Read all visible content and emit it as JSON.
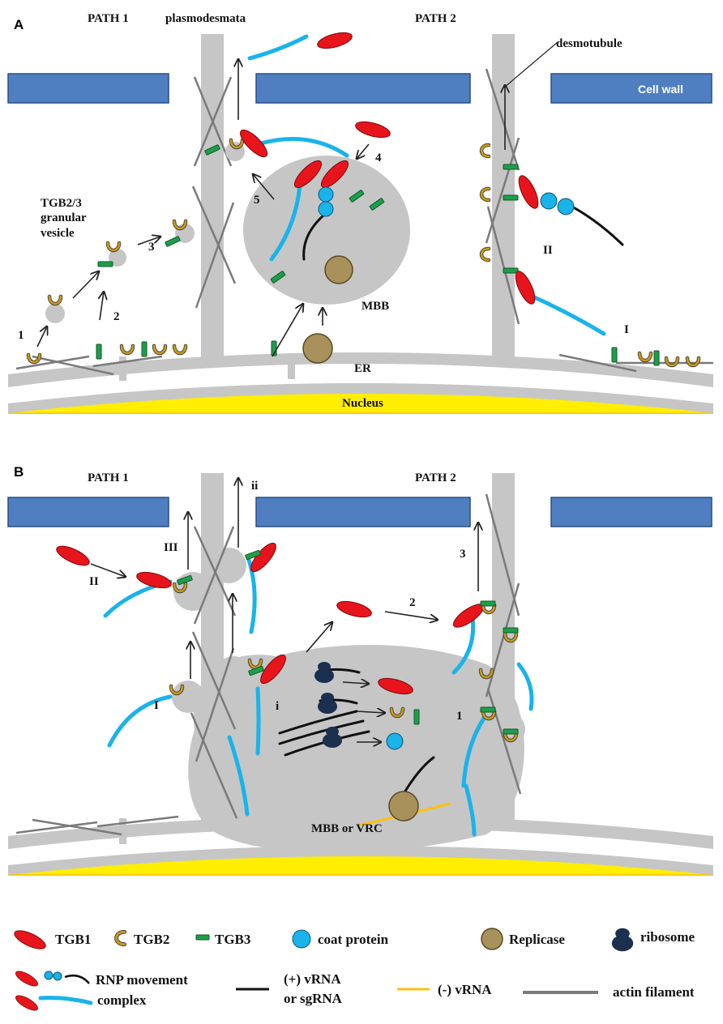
{
  "colors": {
    "tgb1": "#e8141c",
    "tgb2": "#c99a1a",
    "tgb3": "#1e9e4a",
    "coat_protein": "#1ab3ea",
    "replicase": "#a8915a",
    "ribosome": "#1b2f4f",
    "cell_wall": "#4f7fc1",
    "cytoplasm": "#c6c6c6",
    "nucleus": "#ffee00",
    "actin": "#7a7a7a"
  },
  "panel_a": {
    "letter": "A",
    "path1": "PATH 1",
    "plasmodesmata": "plasmodesmata",
    "path2": "PATH 2",
    "desmotubule": "desmotubule",
    "cell_wall": "Cell wall",
    "vesicle_l1": "TGB2/3",
    "vesicle_l2": "granular",
    "vesicle_l3": "vesicle",
    "step1": "1",
    "step2": "2",
    "step3": "3",
    "step4": "4",
    "step5": "5",
    "mbb": "MBB",
    "er": "ER",
    "nucleus": "Nucleus",
    "roman1": "I",
    "roman2": "II"
  },
  "panel_b": {
    "letter": "B",
    "path1": "PATH 1",
    "path2": "PATH 2",
    "roman1": "I",
    "roman2": "II",
    "roman3": "III",
    "lower_i": "i",
    "lower_ii": "ii",
    "step1": "1",
    "step2": "2",
    "step3": "3",
    "mbb_vrc": "MBB or VRC"
  },
  "legend": {
    "tgb1": "TGB1",
    "tgb2": "TGB2",
    "tgb3": "TGB3",
    "coat_protein": "coat protein",
    "replicase": "Replicase",
    "ribosome": "ribosome",
    "rnp_l1": "RNP movement",
    "rnp_l2": "complex",
    "plus_l1": "(+) vRNA",
    "plus_l2": "or sgRNA",
    "minus": "(-) vRNA",
    "actin": "actin filament"
  }
}
